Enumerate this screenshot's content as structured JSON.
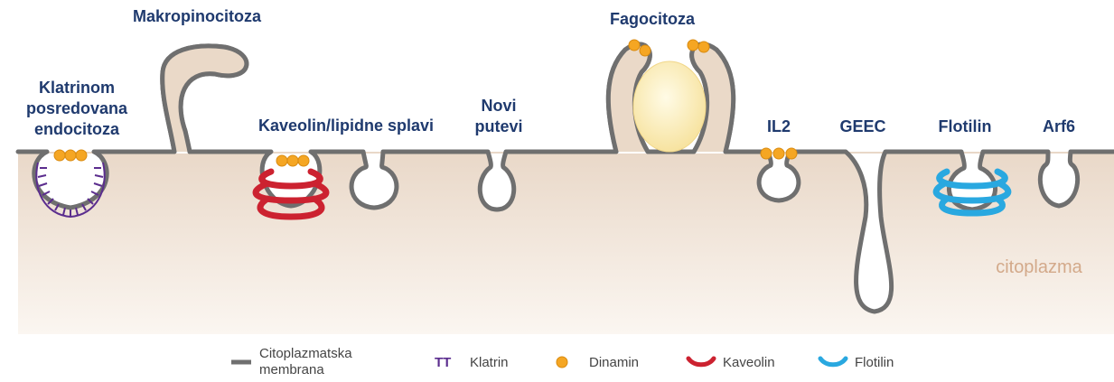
{
  "labels": {
    "klatrin_line1": "Klatrinom",
    "klatrin_line2": "posredovana",
    "klatrin_line3": "endocitoza",
    "makropino": "Makropinocitoza",
    "kaveolin_splavi": "Kaveolin/lipidne splavi",
    "novi_line1": "Novi",
    "novi_line2": "putevi",
    "fagocitoza": "Fagocitoza",
    "il2": "IL2",
    "geec": "GEEC",
    "flotilin": "Flotilin",
    "arf6": "Arf6",
    "citoplazma": "citoplazma"
  },
  "legend": {
    "membrana_line1": "Citoplazmatska",
    "membrana_line2": "membrana",
    "klatrin_symbol": "TT",
    "klatrin": "Klatrin",
    "dinamin": "Dinamin",
    "kaveolin": "Kaveolin",
    "flotilin": "Flotilin"
  },
  "colors": {
    "membrane": "#6f6f6f",
    "dynamin": "#f5a623",
    "clathrin": "#5b2d8e",
    "caveolin": "#cc2230",
    "flotillin": "#29a8e0",
    "label_text": "#1f3a6e",
    "cytoplasm_text": "#d3a98a"
  }
}
